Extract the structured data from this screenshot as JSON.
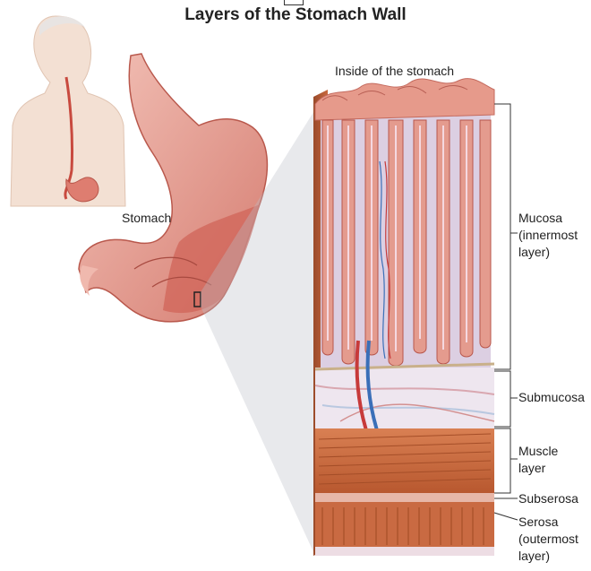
{
  "title": "Layers of the Stomach Wall",
  "labels": {
    "stomach": "Stomach",
    "inside": "Inside of the stomach",
    "mucosa": [
      "Mucosa",
      "(innermost",
      "layer)"
    ],
    "submucosa": "Submucosa",
    "muscle": [
      "Muscle",
      "layer"
    ],
    "subserosa": "Subserosa",
    "serosa": [
      "Serosa",
      "(outermost",
      "layer)"
    ]
  },
  "colors": {
    "tissue": "#e8a49a",
    "tissue_dark": "#c9675f",
    "mucosa_bg": "#d9cde0",
    "submucosa_bg": "#ece4ee",
    "muscle": "#c96a42",
    "skin": "#f2dccd"
  }
}
